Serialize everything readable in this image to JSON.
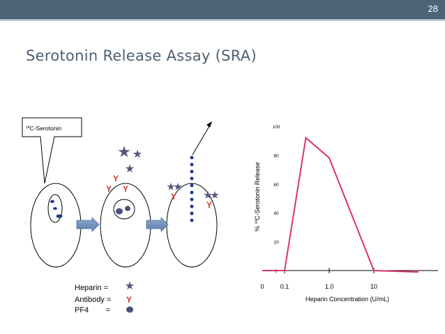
{
  "slide": {
    "number": "28",
    "title": "Serotonin Release Assay (SRA)"
  },
  "callout": {
    "label_sup": "14",
    "label_main": "C-Serotonin"
  },
  "legend": {
    "heparin": "Heparin =",
    "antibody": "Antibody =",
    "pf4": "PF4        =",
    "antibody_symbol": "Y"
  },
  "glyphs": {
    "antibody": "Y"
  },
  "colors": {
    "heparin": "#54587d",
    "antibody": "#cc3333",
    "pf4": "#4b4f80",
    "serotonin": "#1f3a93",
    "curve": "#d6336e",
    "arrow": "#4d6ea8",
    "header": "#4d6578"
  },
  "chart_data": {
    "type": "line",
    "xlabel": "Heparin Concentration (U/mL)",
    "ylabel_sup": "14",
    "ylabel_pre": "% ",
    "ylabel_main": "C-Serotonin Release",
    "x_tick_labels": [
      "0",
      "0.1",
      "1.0",
      "10"
    ],
    "y_tick_labels": [
      "0",
      "20",
      "40",
      "60",
      "80",
      "100"
    ],
    "ylim": [
      0,
      100
    ],
    "series": [
      {
        "points": [
          {
            "x": "0",
            "y": 0
          },
          {
            "x": "0.1",
            "y": 0
          },
          {
            "x": "0.3",
            "y": 92
          },
          {
            "x": "1.0",
            "y": 78
          },
          {
            "x": "10",
            "y": 0
          },
          {
            "x": "100",
            "y": -1
          }
        ]
      }
    ]
  }
}
